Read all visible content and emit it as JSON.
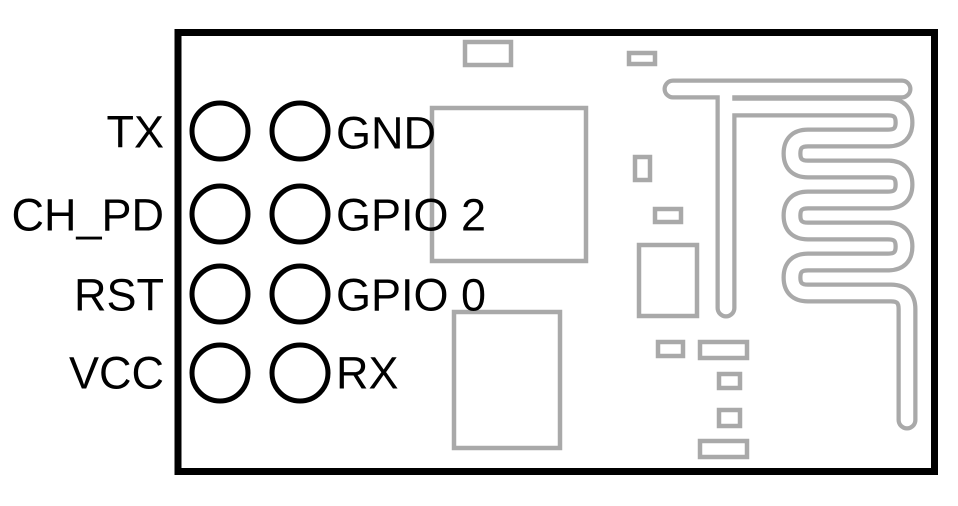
{
  "colors": {
    "background": "#ffffff",
    "board_outline": "#000000",
    "silkscreen_trace": "#a9a9a9",
    "label_text": "#000000"
  },
  "pins": {
    "left": [
      {
        "label": "TX"
      },
      {
        "label": "CH_PD"
      },
      {
        "label": "RST"
      },
      {
        "label": "VCC"
      }
    ],
    "right": [
      {
        "label": "GND"
      },
      {
        "label": "GPIO 2"
      },
      {
        "label": "GPIO 0"
      },
      {
        "label": "RX"
      }
    ]
  }
}
